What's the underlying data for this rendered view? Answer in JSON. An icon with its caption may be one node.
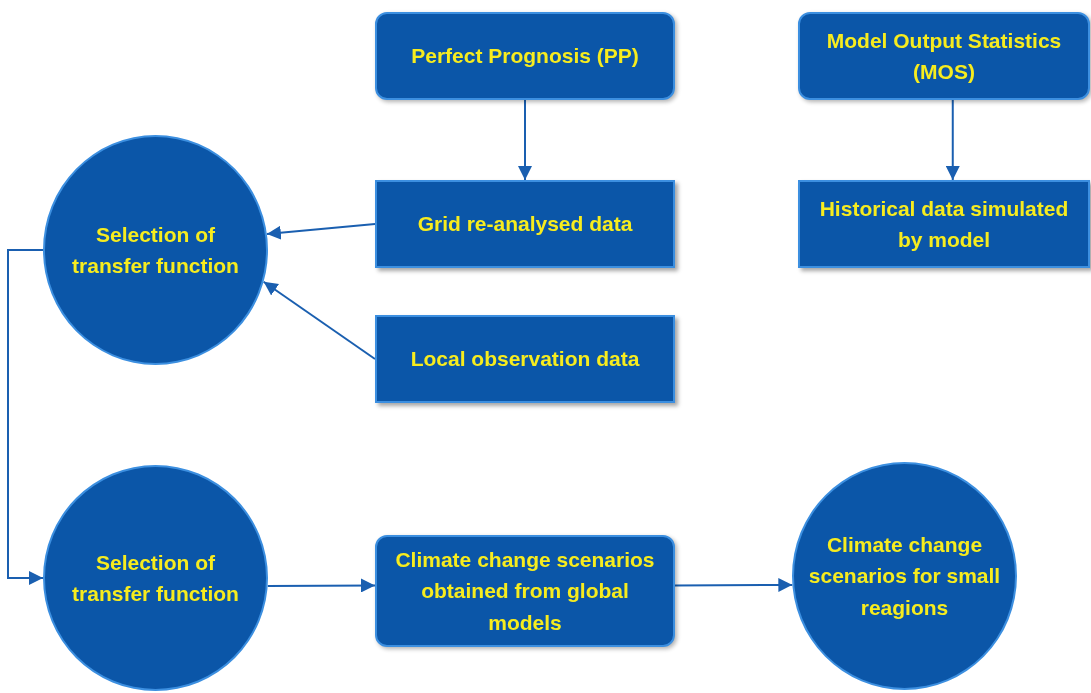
{
  "diagram": {
    "nodes": [
      {
        "text": [
          "Perfect Prognosis (PP)"
        ]
      },
      {
        "text": [
          "Model Output Statistics (MOS)"
        ]
      },
      {
        "text": [
          "Selection of transfer function"
        ]
      },
      {
        "text": [
          "Grid re-analysed data"
        ]
      },
      {
        "text": [
          "Historical data simulated by model"
        ]
      },
      {
        "text": [
          "Local observation data"
        ]
      },
      {
        "text": [
          "Selection of transfer function"
        ]
      },
      {
        "text": [
          "Climate change scenarios obtained from global models"
        ]
      },
      {
        "text": [
          "Climate change scenarios for small reagions"
        ]
      }
    ],
    "edges": [
      {
        "from": 0,
        "to": 3,
        "arrow": "to"
      },
      {
        "from": 1,
        "to": 4,
        "arrow": "to"
      },
      {
        "from": 3,
        "to": 2,
        "arrow": "to"
      },
      {
        "from": 5,
        "to": 2,
        "arrow": "to"
      },
      {
        "from": 2,
        "to": 6,
        "arrow": "to"
      },
      {
        "from": 6,
        "to": 7,
        "arrow": "to"
      },
      {
        "from": 7,
        "to": 8,
        "arrow": "to"
      }
    ]
  }
}
